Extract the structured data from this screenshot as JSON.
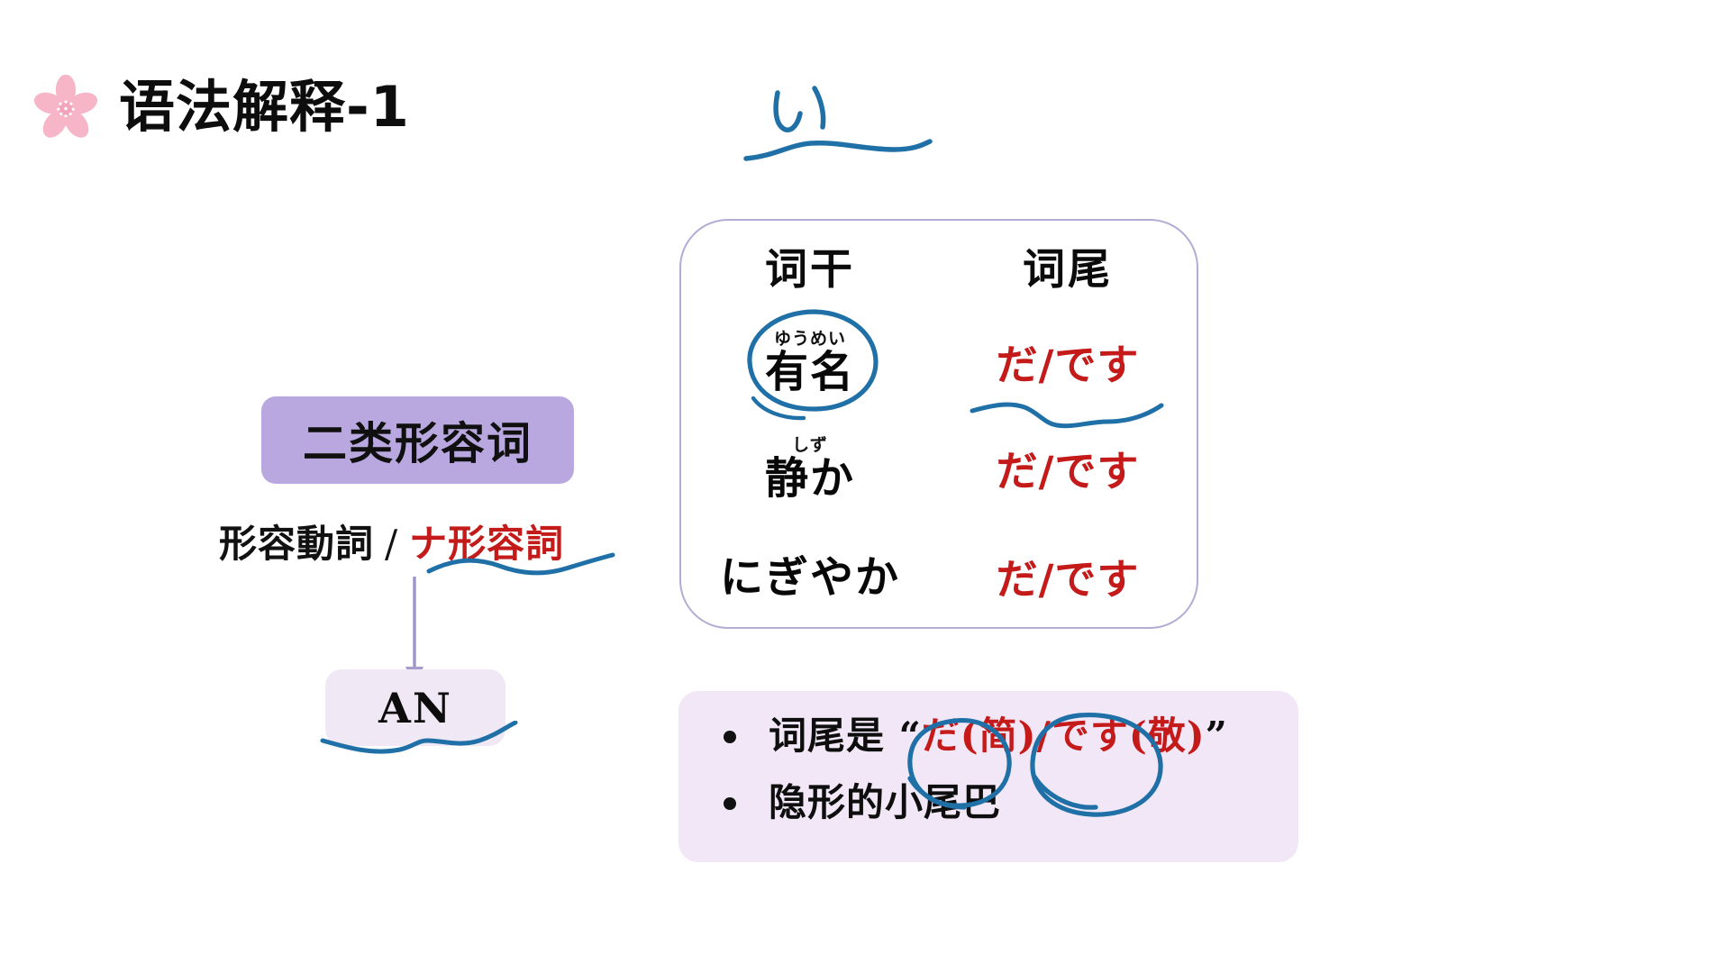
{
  "header": {
    "title": "语法解释-1",
    "icon": "sakura-flower-icon",
    "accent_pink": "#f7b8c8"
  },
  "ink_annotations": {
    "top_kana": "い",
    "ink_color": "#2070a8",
    "circled_items": [
      "有名",
      "だ(简)",
      "です(敬)"
    ],
    "underlined_items": [
      "ナ形容詞",
      "AN",
      "だ/です",
      "い"
    ]
  },
  "left_panel": {
    "category_label": "二类形容词",
    "category_bg": "#b9a8e0",
    "alt_names": {
      "jp_name": "形容動詞",
      "separator": "/",
      "jp_name_alt": "ナ形容詞",
      "alt_color": "#c31a1a"
    },
    "abbrev_label": "AN",
    "abbrev_bg": "#f1e8f6",
    "arrow_color": "#9e96c8"
  },
  "conjugation_table": {
    "border_color": "#b3abd3",
    "headers": [
      "词干",
      "词尾"
    ],
    "rows": [
      {
        "furigana": "ゆうめい",
        "stem": "有名",
        "ending": "だ/です",
        "circled": true
      },
      {
        "furigana": "しず",
        "stem": "静か",
        "ending": "だ/です",
        "circled": false
      },
      {
        "furigana": "",
        "stem": "にぎやか",
        "ending": "だ/です",
        "circled": false
      }
    ],
    "ending_color": "#c41a1a"
  },
  "notes": {
    "bg": "#f1e7f6",
    "items": [
      {
        "prefix": "词尾是 “",
        "plain_form": "だ(简)",
        "middle": "/",
        "polite_form": "です(敬)",
        "suffix": "”"
      },
      {
        "text": "隐形的小尾巴"
      }
    ]
  }
}
